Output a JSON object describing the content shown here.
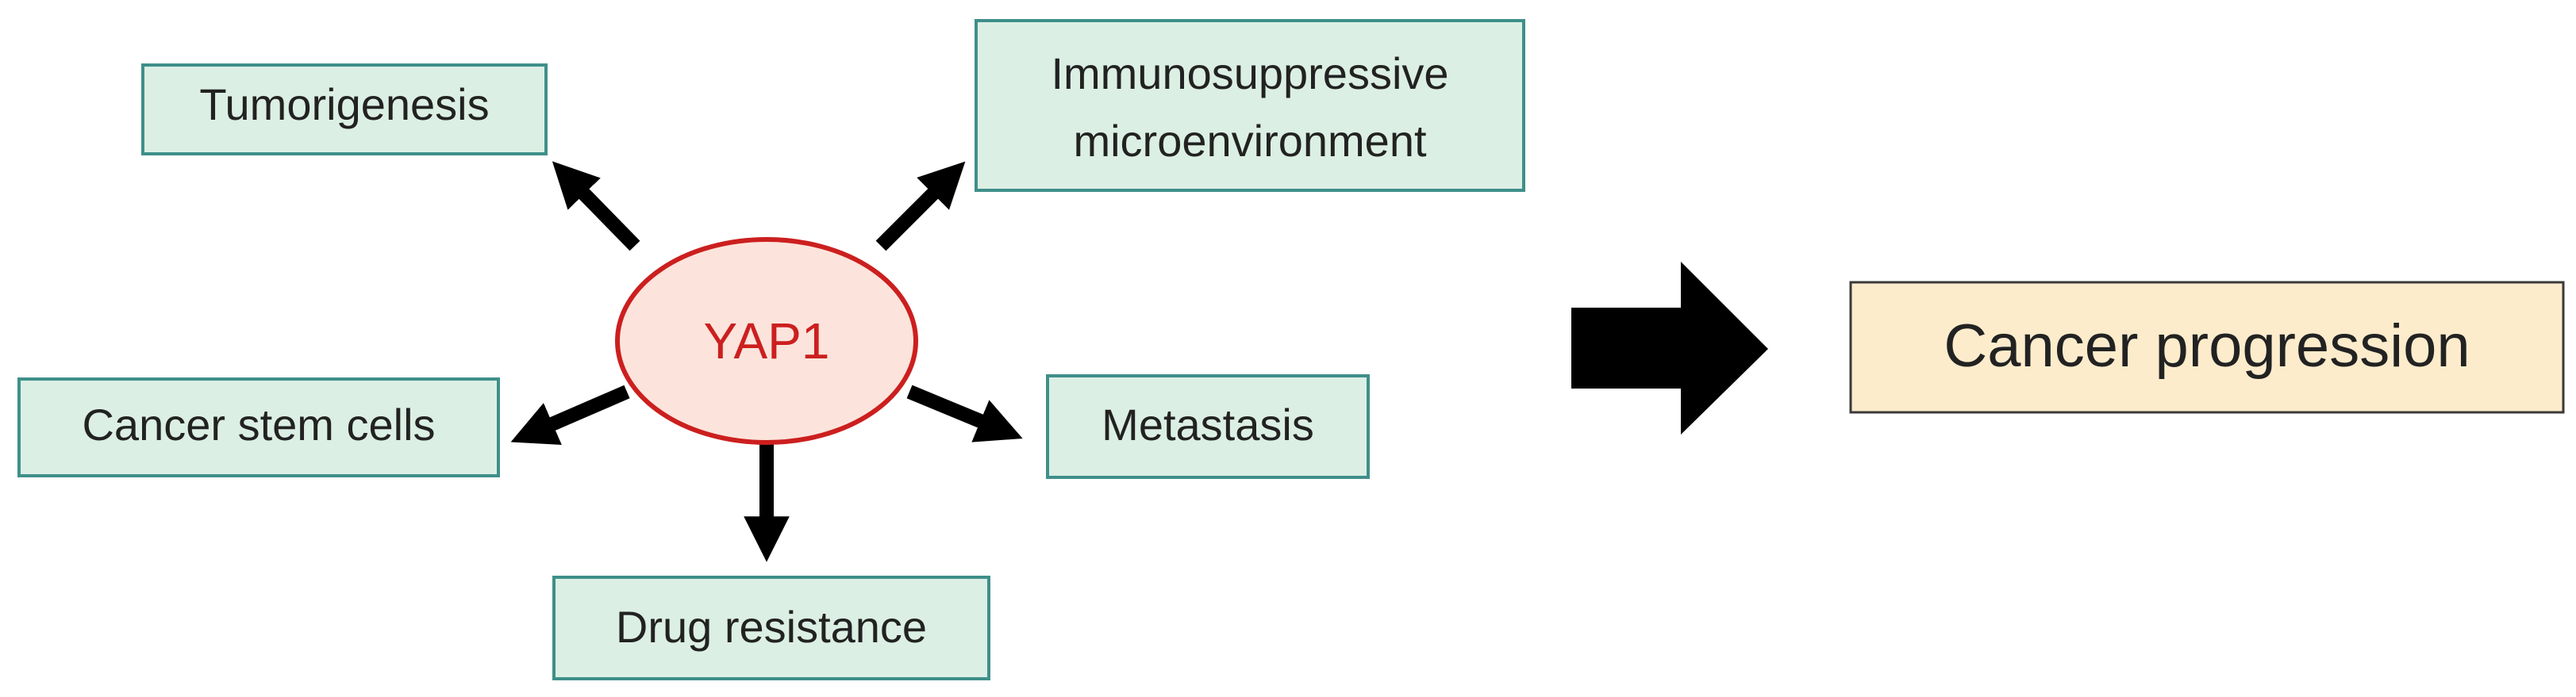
{
  "center": {
    "label": "YAP1",
    "fill": "#fce4dc",
    "stroke": "#cc1f1f",
    "text_color": "#cc1f1f"
  },
  "effects": {
    "tumorigenesis": "Tumorigenesis",
    "immunosuppressive_line1": "Immunosuppressive",
    "immunosuppressive_line2": "microenvironment",
    "cancer_stem_cells": "Cancer stem cells",
    "metastasis": "Metastasis",
    "drug_resistance": "Drug resistance"
  },
  "outcome": {
    "label": "Cancer progression",
    "fill": "#fdeccc"
  },
  "colors": {
    "effect_box_fill": "#dcefe4",
    "effect_box_stroke": "#3f8f8a",
    "arrow": "#000000"
  }
}
